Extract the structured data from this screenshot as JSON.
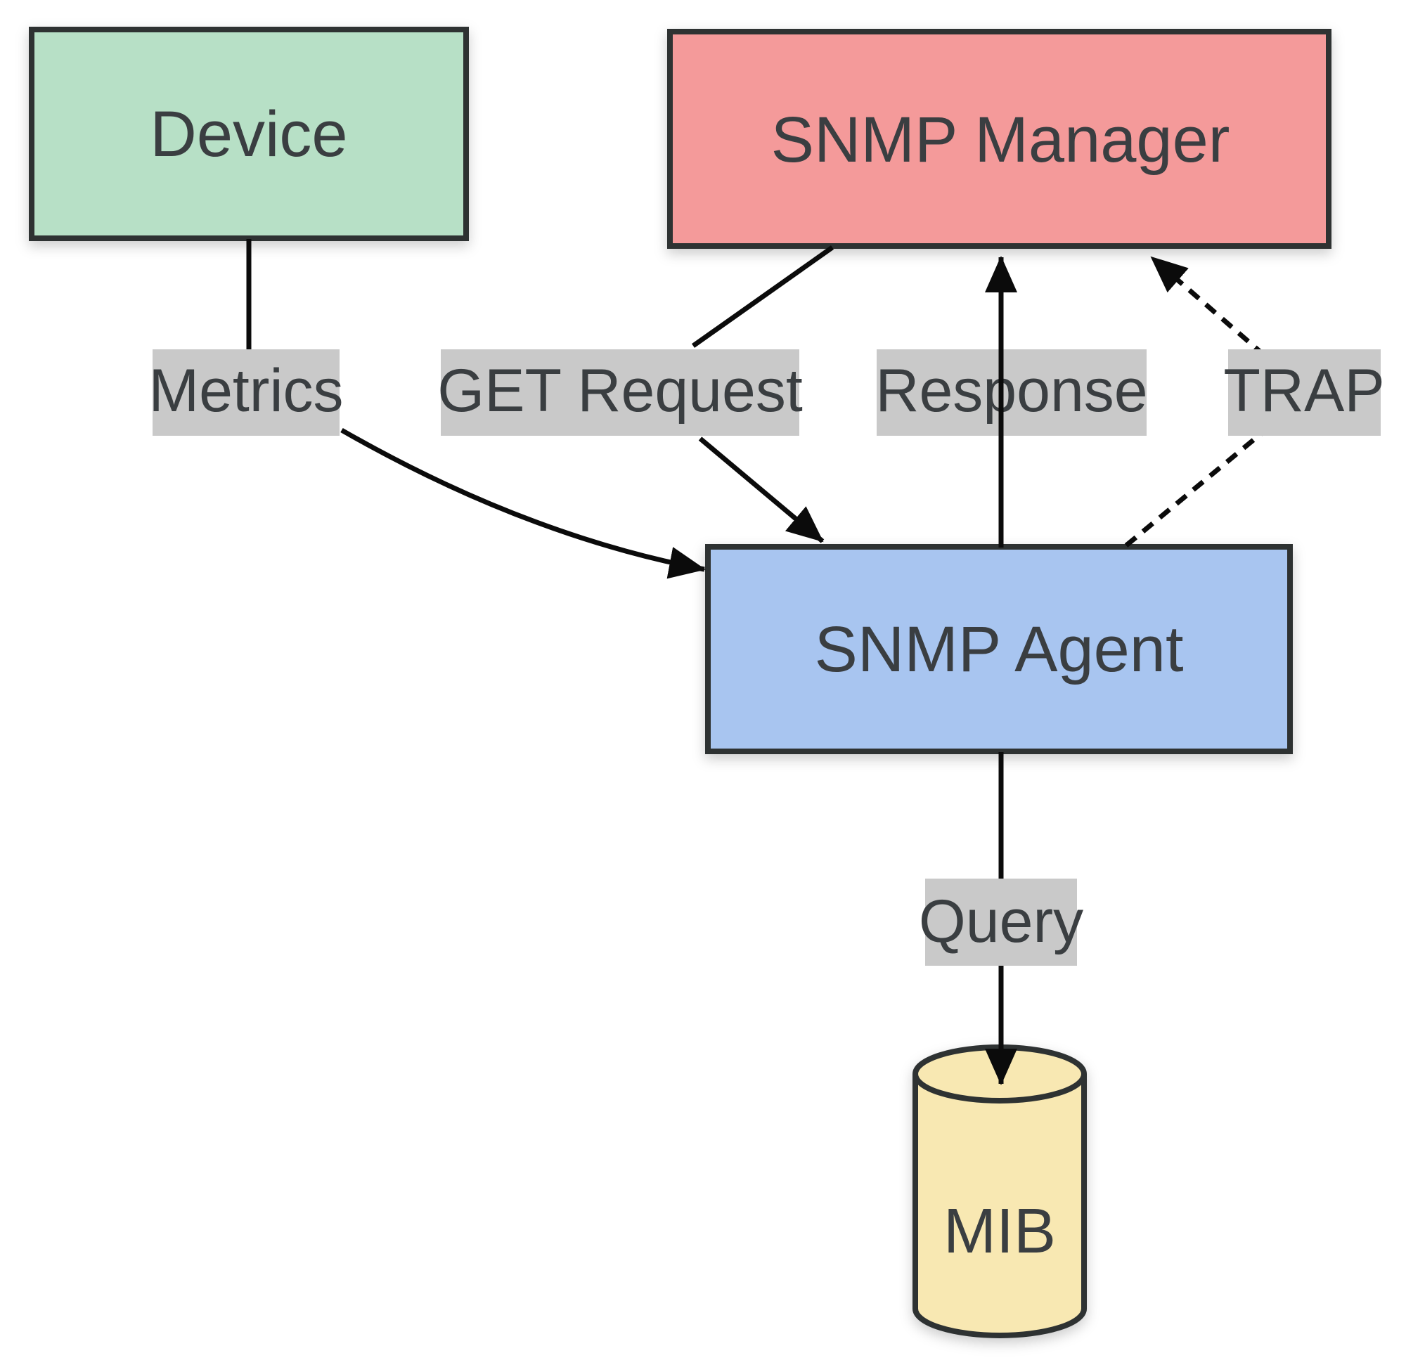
{
  "title": "SNMP architecture diagram",
  "styles": {
    "background": "#ffffff",
    "border_color": "#2e3133",
    "line_color": "#0b0b0b",
    "label_bg": "#c9c9c9",
    "text_color": "#3a3e41"
  },
  "nodes": {
    "device": {
      "label": "Device",
      "color": "#b7e0c6"
    },
    "manager": {
      "label": "SNMP Manager",
      "color": "#f49a9a"
    },
    "agent": {
      "label": "SNMP Agent",
      "color": "#a8c5f0"
    },
    "mib": {
      "label": "MIB",
      "color": "#f8e8b2"
    }
  },
  "edges": [
    {
      "from": "Device",
      "to": "SNMP Agent",
      "label": "Metrics",
      "style": "solid"
    },
    {
      "from": "SNMP Manager",
      "to": "SNMP Agent",
      "label": "GET Request",
      "style": "solid"
    },
    {
      "from": "SNMP Agent",
      "to": "SNMP Manager",
      "label": "Response",
      "style": "solid"
    },
    {
      "from": "SNMP Agent",
      "to": "SNMP Manager",
      "label": "TRAP",
      "style": "dashed"
    },
    {
      "from": "SNMP Agent",
      "to": "MIB",
      "label": "Query",
      "style": "solid"
    }
  ]
}
